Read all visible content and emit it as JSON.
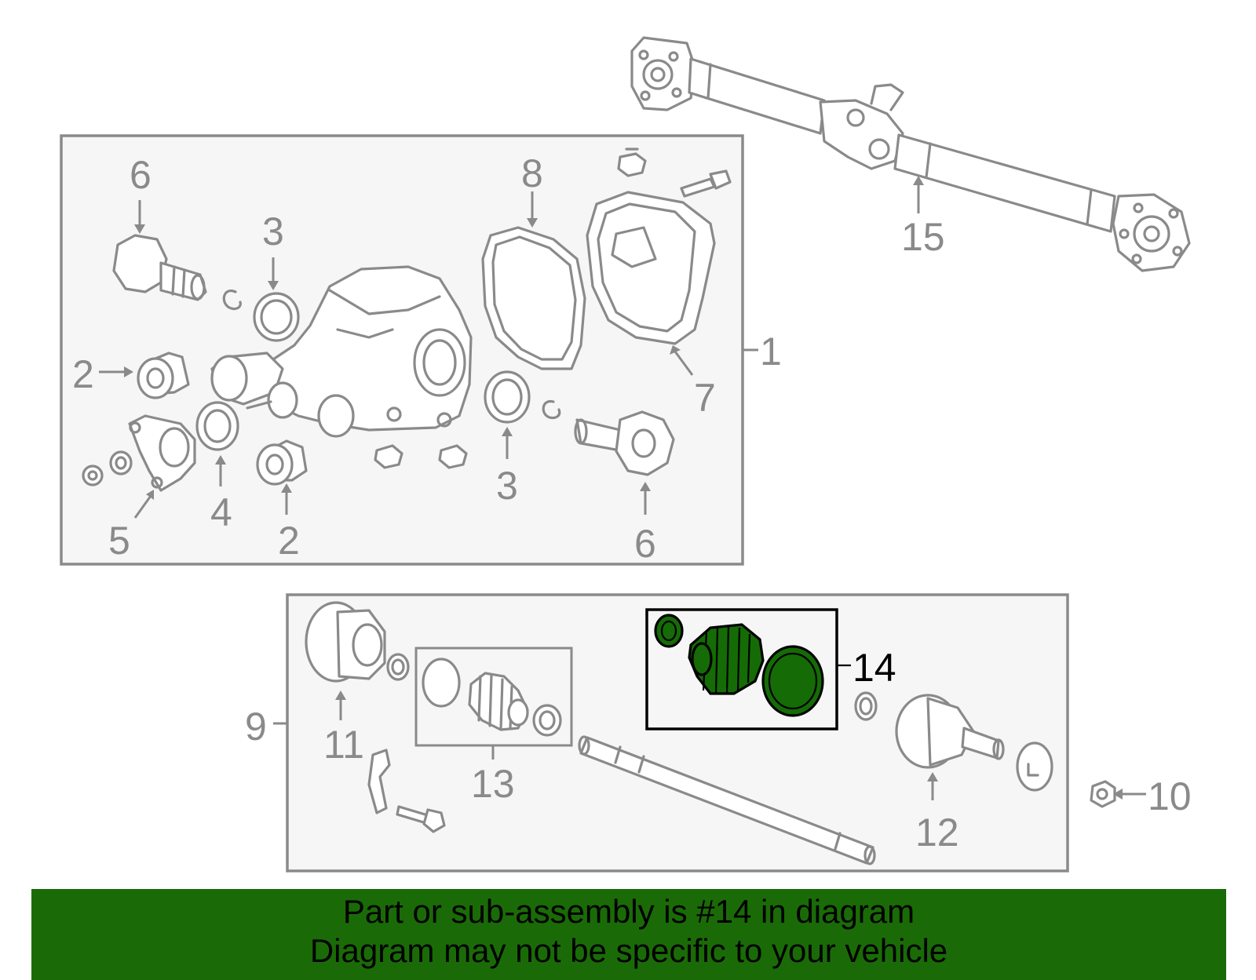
{
  "callouts": {
    "c1": "1",
    "c2a": "2",
    "c2b": "2",
    "c3a": "3",
    "c3b": "3",
    "c4": "4",
    "c5": "5",
    "c6a": "6",
    "c6b": "6",
    "c7": "7",
    "c8": "8",
    "c9": "9",
    "c10": "10",
    "c11": "11",
    "c12": "12",
    "c13": "13",
    "c14": "14",
    "c15": "15"
  },
  "highlight": {
    "part_number": "14",
    "color": "#156b06"
  },
  "banner": {
    "line1": "Part or sub-assembly is #14 in diagram",
    "line2": "Diagram may not be specific to your vehicle",
    "color": "#1a6b07"
  }
}
